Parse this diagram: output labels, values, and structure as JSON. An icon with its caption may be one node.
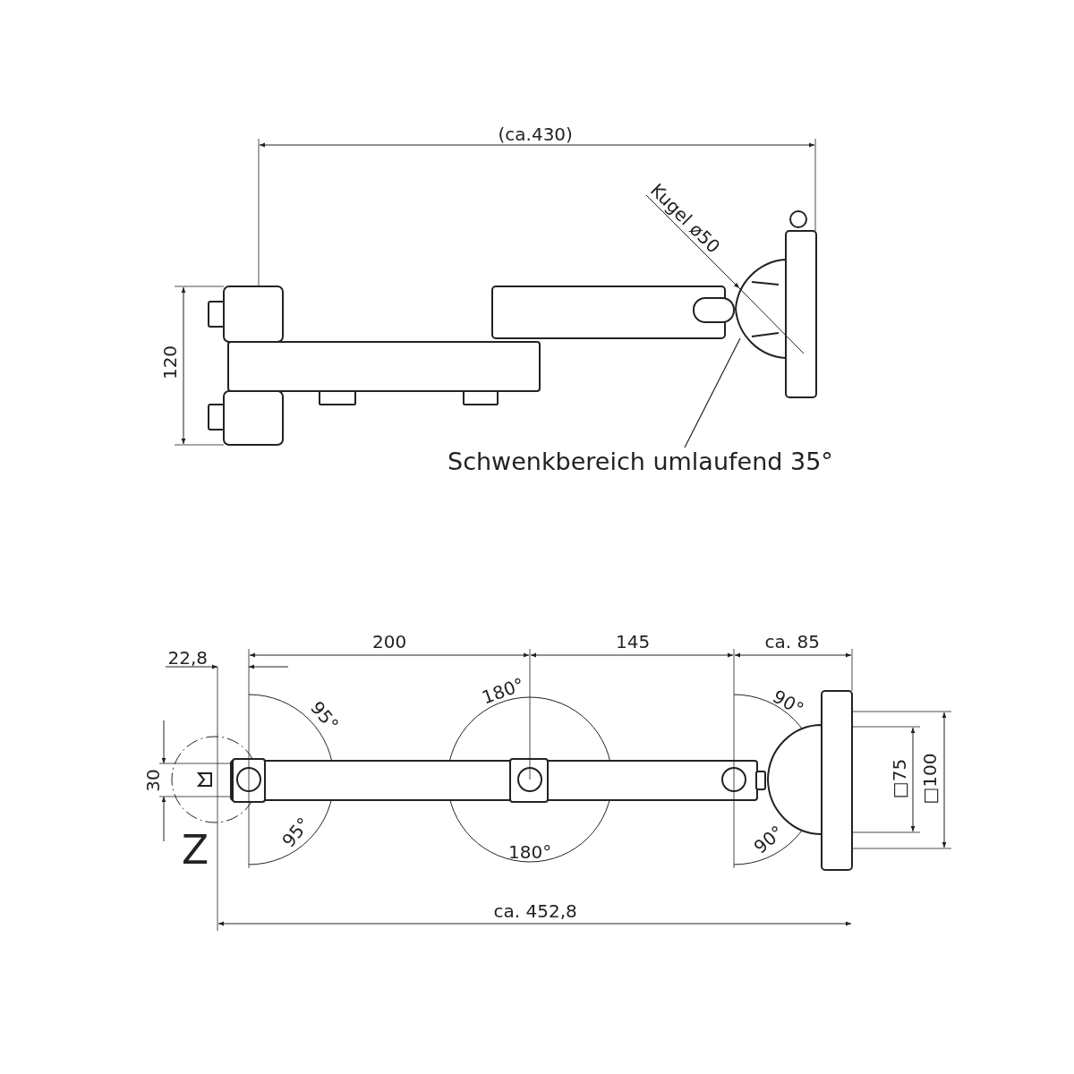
{
  "diagram": {
    "nodes": [
      {
        "text": [
          "Schwenkbereich umlaufend 35°"
        ]
      },
      {
        "text": [],
        "shape": "picture"
      }
    ],
    "edges": [
      {
        "from": 0,
        "to": 1,
        "arrow": "none"
      }
    ],
    "labels": [
      "(ca.430)",
      "Kugel ø50",
      "120",
      "22,8",
      "200",
      "145",
      "ca. 85",
      "180°",
      "95°",
      "90°",
      "30",
      "□75",
      "□100",
      "Z",
      "95°",
      "180°",
      "90°",
      "ca. 452,8"
    ]
  }
}
